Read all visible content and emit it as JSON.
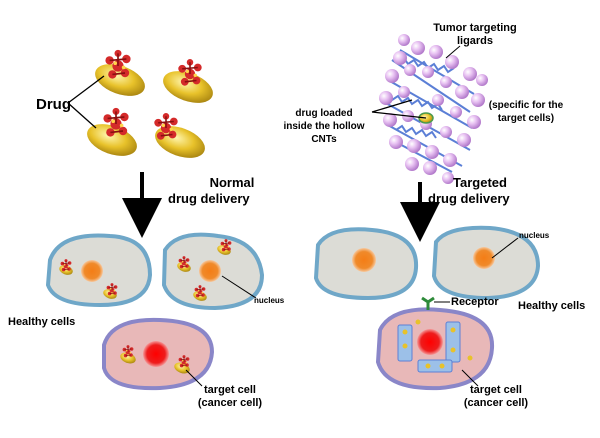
{
  "left_panel": {
    "drug_label": "Drug",
    "arrow_label_line1": "Normal",
    "arrow_label_line2": "drug delivery",
    "healthy_cells_label": "Healthy cells",
    "nucleus_label": "nucleus",
    "target_cell_line1": "target cell",
    "target_cell_line2": "(cancer cell)"
  },
  "right_panel": {
    "ligands_line1": "Tumor targeting",
    "ligands_line2": "ligards",
    "specific_line1": "(specific for the",
    "specific_line2": "target cells)",
    "drug_loaded_line1": "drug loaded",
    "drug_loaded_line2": "inside the hollow",
    "drug_loaded_line3": "CNTs",
    "arrow_label_line1": "Targeted",
    "arrow_label_line2": "drug delivery",
    "nucleus_label": "nucleus",
    "receptor_label": "Receptor",
    "healthy_cells_label": "Healthy cells",
    "target_cell_line1": "target cell",
    "target_cell_line2": "(cancer cell)"
  },
  "colors": {
    "healthy_cytoplasm": "#dcdcd6",
    "cell_membrane": "#6fa7c8",
    "healthy_nucleus": "#f08a2a",
    "cancer_cytoplasm": "#e8b8b8",
    "cancer_membrane": "#8a86c8",
    "cancer_nucleus": "#ee1c1c",
    "drug_capsule": "#e8c22a",
    "drug_molecule": "#d42a2a",
    "ligand_sphere": "#d9a8e8",
    "nanotube": "#5b7fd6",
    "receptor": "#2e8b3a"
  }
}
